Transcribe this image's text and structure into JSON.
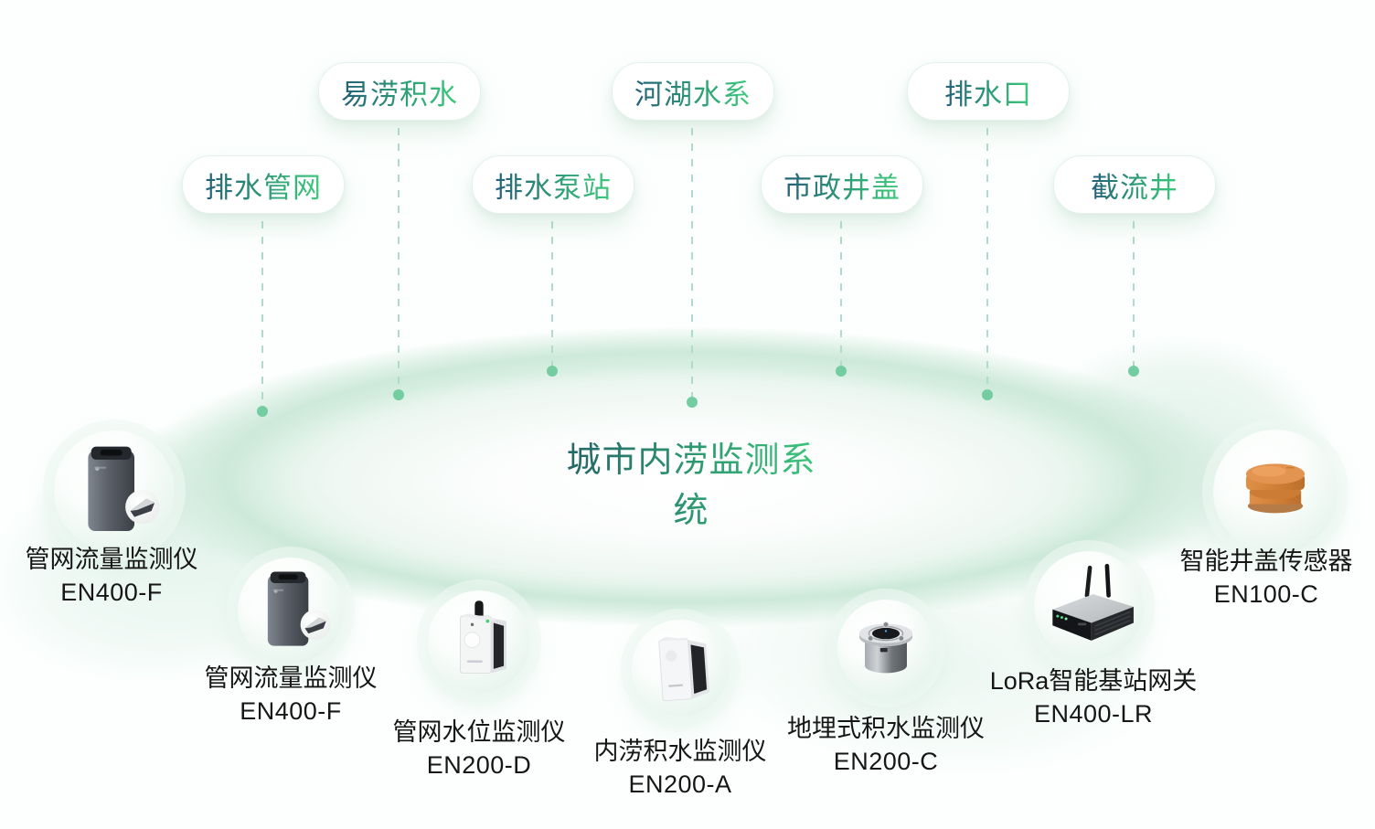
{
  "center": {
    "title": "城市内涝监测系统"
  },
  "pills": [
    {
      "label": "易涝积水"
    },
    {
      "label": "河湖水系"
    },
    {
      "label": "排水口"
    },
    {
      "label": "排水管网"
    },
    {
      "label": "排水泵站"
    },
    {
      "label": "市政井盖"
    },
    {
      "label": "截流井"
    }
  ],
  "devices": [
    {
      "name": "管网流量监测仪",
      "model": "EN400-F",
      "icon": "pipe-flow-monitor-icon"
    },
    {
      "name": "管网流量监测仪",
      "model": "EN400-F",
      "icon": "pipe-flow-monitor-icon"
    },
    {
      "name": "管网水位监测仪",
      "model": "EN200-D",
      "icon": "pipe-water-level-monitor-icon"
    },
    {
      "name": "内涝积水监测仪",
      "model": "EN200-A",
      "icon": "waterlogging-monitor-icon"
    },
    {
      "name": "地埋式积水监测仪",
      "model": "EN200-C",
      "icon": "buried-water-monitor-icon"
    },
    {
      "name": "LoRa智能基站网关",
      "model": "EN400-LR",
      "icon": "lora-gateway-icon"
    },
    {
      "name": "智能井盖传感器",
      "model": "EN100-C",
      "icon": "manhole-cover-sensor-icon"
    }
  ],
  "colors": {
    "pill_text_gradient_start": "#235f78",
    "pill_text_gradient_end": "#3ecb7c",
    "title_gradient_start": "#235f66",
    "title_gradient_end": "#3ecb7c",
    "dashed_line": "#aedcc8",
    "connector_dot": "#74cda1",
    "ellipse_band": "#cde9da",
    "device_label_text": "#161616",
    "manhole_sensor_orange": "#e39450"
  }
}
